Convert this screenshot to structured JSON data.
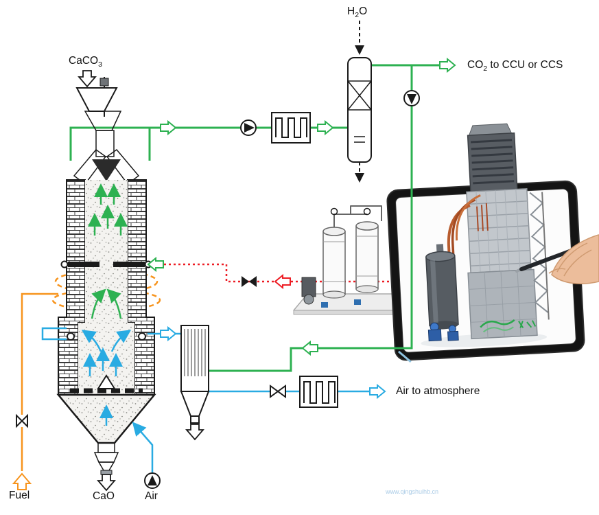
{
  "colors": {
    "green": "#2db151",
    "cyan": "#29abe2",
    "orange": "#f7941d",
    "red": "#ed1c24",
    "ink": "#1a1a1a"
  },
  "labels": {
    "caco3": {
      "pre": "CaCO",
      "sub": "3",
      "post": ""
    },
    "h2o": {
      "pre": "H",
      "sub": "2",
      "post": "O"
    },
    "co2_product": {
      "pre": "CO",
      "sub": "2",
      "post": " to CCU or CCS"
    },
    "air_to_atmosphere": "Air to atmosphere",
    "fuel": "Fuel",
    "cao": "CaO",
    "air": "Air",
    "watermark": "www.qingshuihb.cn"
  }
}
